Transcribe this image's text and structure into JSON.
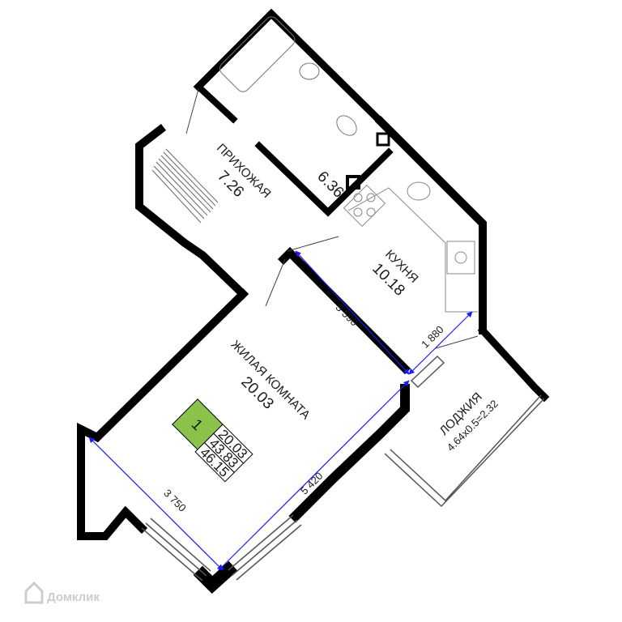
{
  "plan": {
    "rooms": {
      "hall": {
        "name": "ПРИХОЖАЯ",
        "area": "7.26"
      },
      "bath": {
        "area": "6.36"
      },
      "kitchen": {
        "name": "КУХНЯ",
        "area": "10.18"
      },
      "living": {
        "name": "ЖИЛАЯ КОМНАТА",
        "area": "20.03"
      },
      "loggia": {
        "name": "ЛОДЖИЯ",
        "formula": "4.64х0.5=2.32"
      }
    },
    "dimensions": {
      "kitchen_width": "3 590",
      "window_width": "1 880",
      "living_length": "5 420",
      "living_width": "3 750"
    },
    "summary": {
      "rooms_count": "1",
      "living_area": "20.03",
      "total_area_1": "43.83",
      "total_area_2": "46.15"
    },
    "colors": {
      "wall": "#000000",
      "dimension_line": "#1a1aff",
      "room_badge": "#8bc34a"
    }
  },
  "watermark": {
    "text": "Домклик"
  }
}
